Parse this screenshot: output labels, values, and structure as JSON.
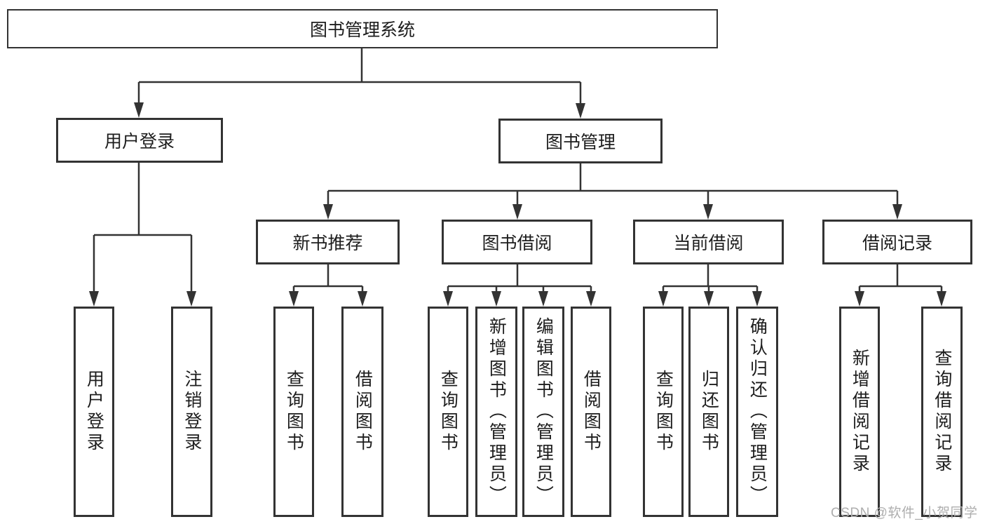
{
  "tree": {
    "root": {
      "label": "图书管理系统"
    },
    "branches": [
      {
        "label": "用户登录",
        "children": [
          {
            "label": "用户登录"
          },
          {
            "label": "注销登录"
          }
        ]
      },
      {
        "label": "图书管理",
        "children": [
          {
            "label": "新书推荐",
            "children": [
              {
                "label": "查询图书"
              },
              {
                "label": "借阅图书"
              }
            ]
          },
          {
            "label": "图书借阅",
            "children": [
              {
                "label": "查询图书"
              },
              {
                "label": "新增图书（管理员）"
              },
              {
                "label": "编辑图书（管理员）"
              },
              {
                "label": "借阅图书"
              }
            ]
          },
          {
            "label": "当前借阅",
            "children": [
              {
                "label": "查询图书"
              },
              {
                "label": "归还图书"
              },
              {
                "label": "确认归还（管理员）"
              }
            ]
          },
          {
            "label": "借阅记录",
            "children": [
              {
                "label": "新增借阅记录"
              },
              {
                "label": "查询借阅记录"
              }
            ]
          }
        ]
      }
    ]
  },
  "watermark": "CSDN @软件_小贺同学",
  "colors": {
    "line": "#333333",
    "box_border": "#333333",
    "text": "#1d1d1d",
    "background": "#ffffff",
    "watermark": "#aeaeae"
  }
}
